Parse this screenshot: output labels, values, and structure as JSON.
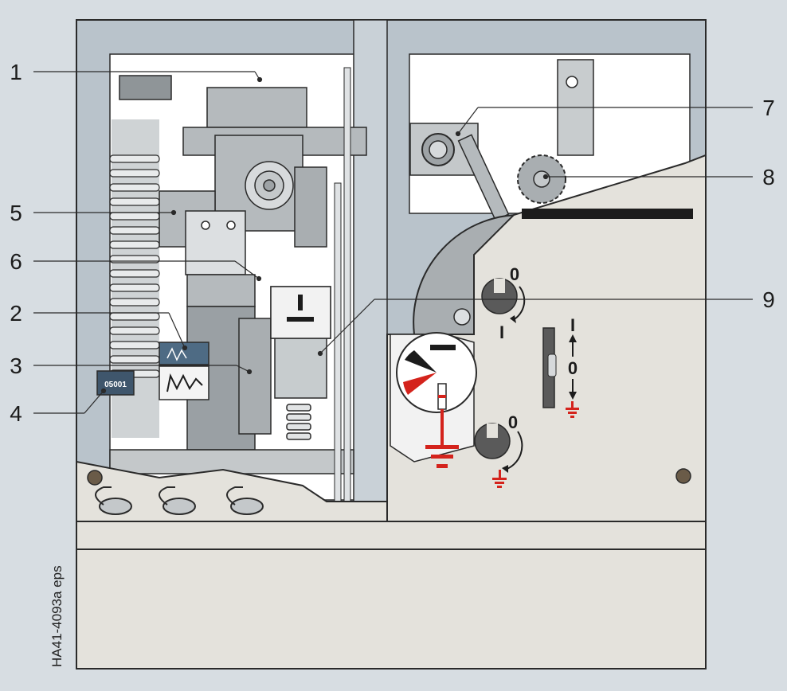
{
  "callouts": [
    {
      "id": "1",
      "label": "1"
    },
    {
      "id": "2",
      "label": "2"
    },
    {
      "id": "3",
      "label": "3"
    },
    {
      "id": "4",
      "label": "4"
    },
    {
      "id": "5",
      "label": "5"
    },
    {
      "id": "6",
      "label": "6"
    },
    {
      "id": "7",
      "label": "7"
    },
    {
      "id": "8",
      "label": "8"
    },
    {
      "id": "9",
      "label": "9"
    }
  ],
  "switch_positions": {
    "upper_zero": "0",
    "upper_one": "I",
    "lower_zero": "0",
    "slot_top": "I",
    "slot_mid": "0"
  },
  "counter_label": "05001",
  "file_label": "HA41-4093a eps",
  "colors": {
    "background": "#d7dde2",
    "panel_frame": "#b9c3cb",
    "panel_light": "#e4e2dc",
    "mechanism_grey": "#b5babd",
    "earthing_red": "#d4231c",
    "dark": "#2a2a2a"
  }
}
